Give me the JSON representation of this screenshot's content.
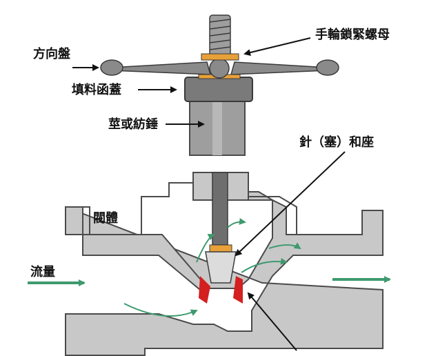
{
  "labels": {
    "handwheel": "方向盤",
    "handwheel_locknut": "手輪鎖緊螺母",
    "packing_gland": "填料函蓋",
    "stem_spindle": "莖或紡錘",
    "needle_plug_seat": "針（塞）和座",
    "valve_body": "閥體",
    "flow": "流量"
  },
  "colors": {
    "body": "#c8c8c8",
    "body_outline": "#4a4a4a",
    "stem": "#6e6e6e",
    "gland": "#7a7a7a",
    "handwheel": "#8a8a8a",
    "nut": "#e8a038",
    "seat": "#d42020",
    "flow_arrow": "#3e9a6e"
  }
}
